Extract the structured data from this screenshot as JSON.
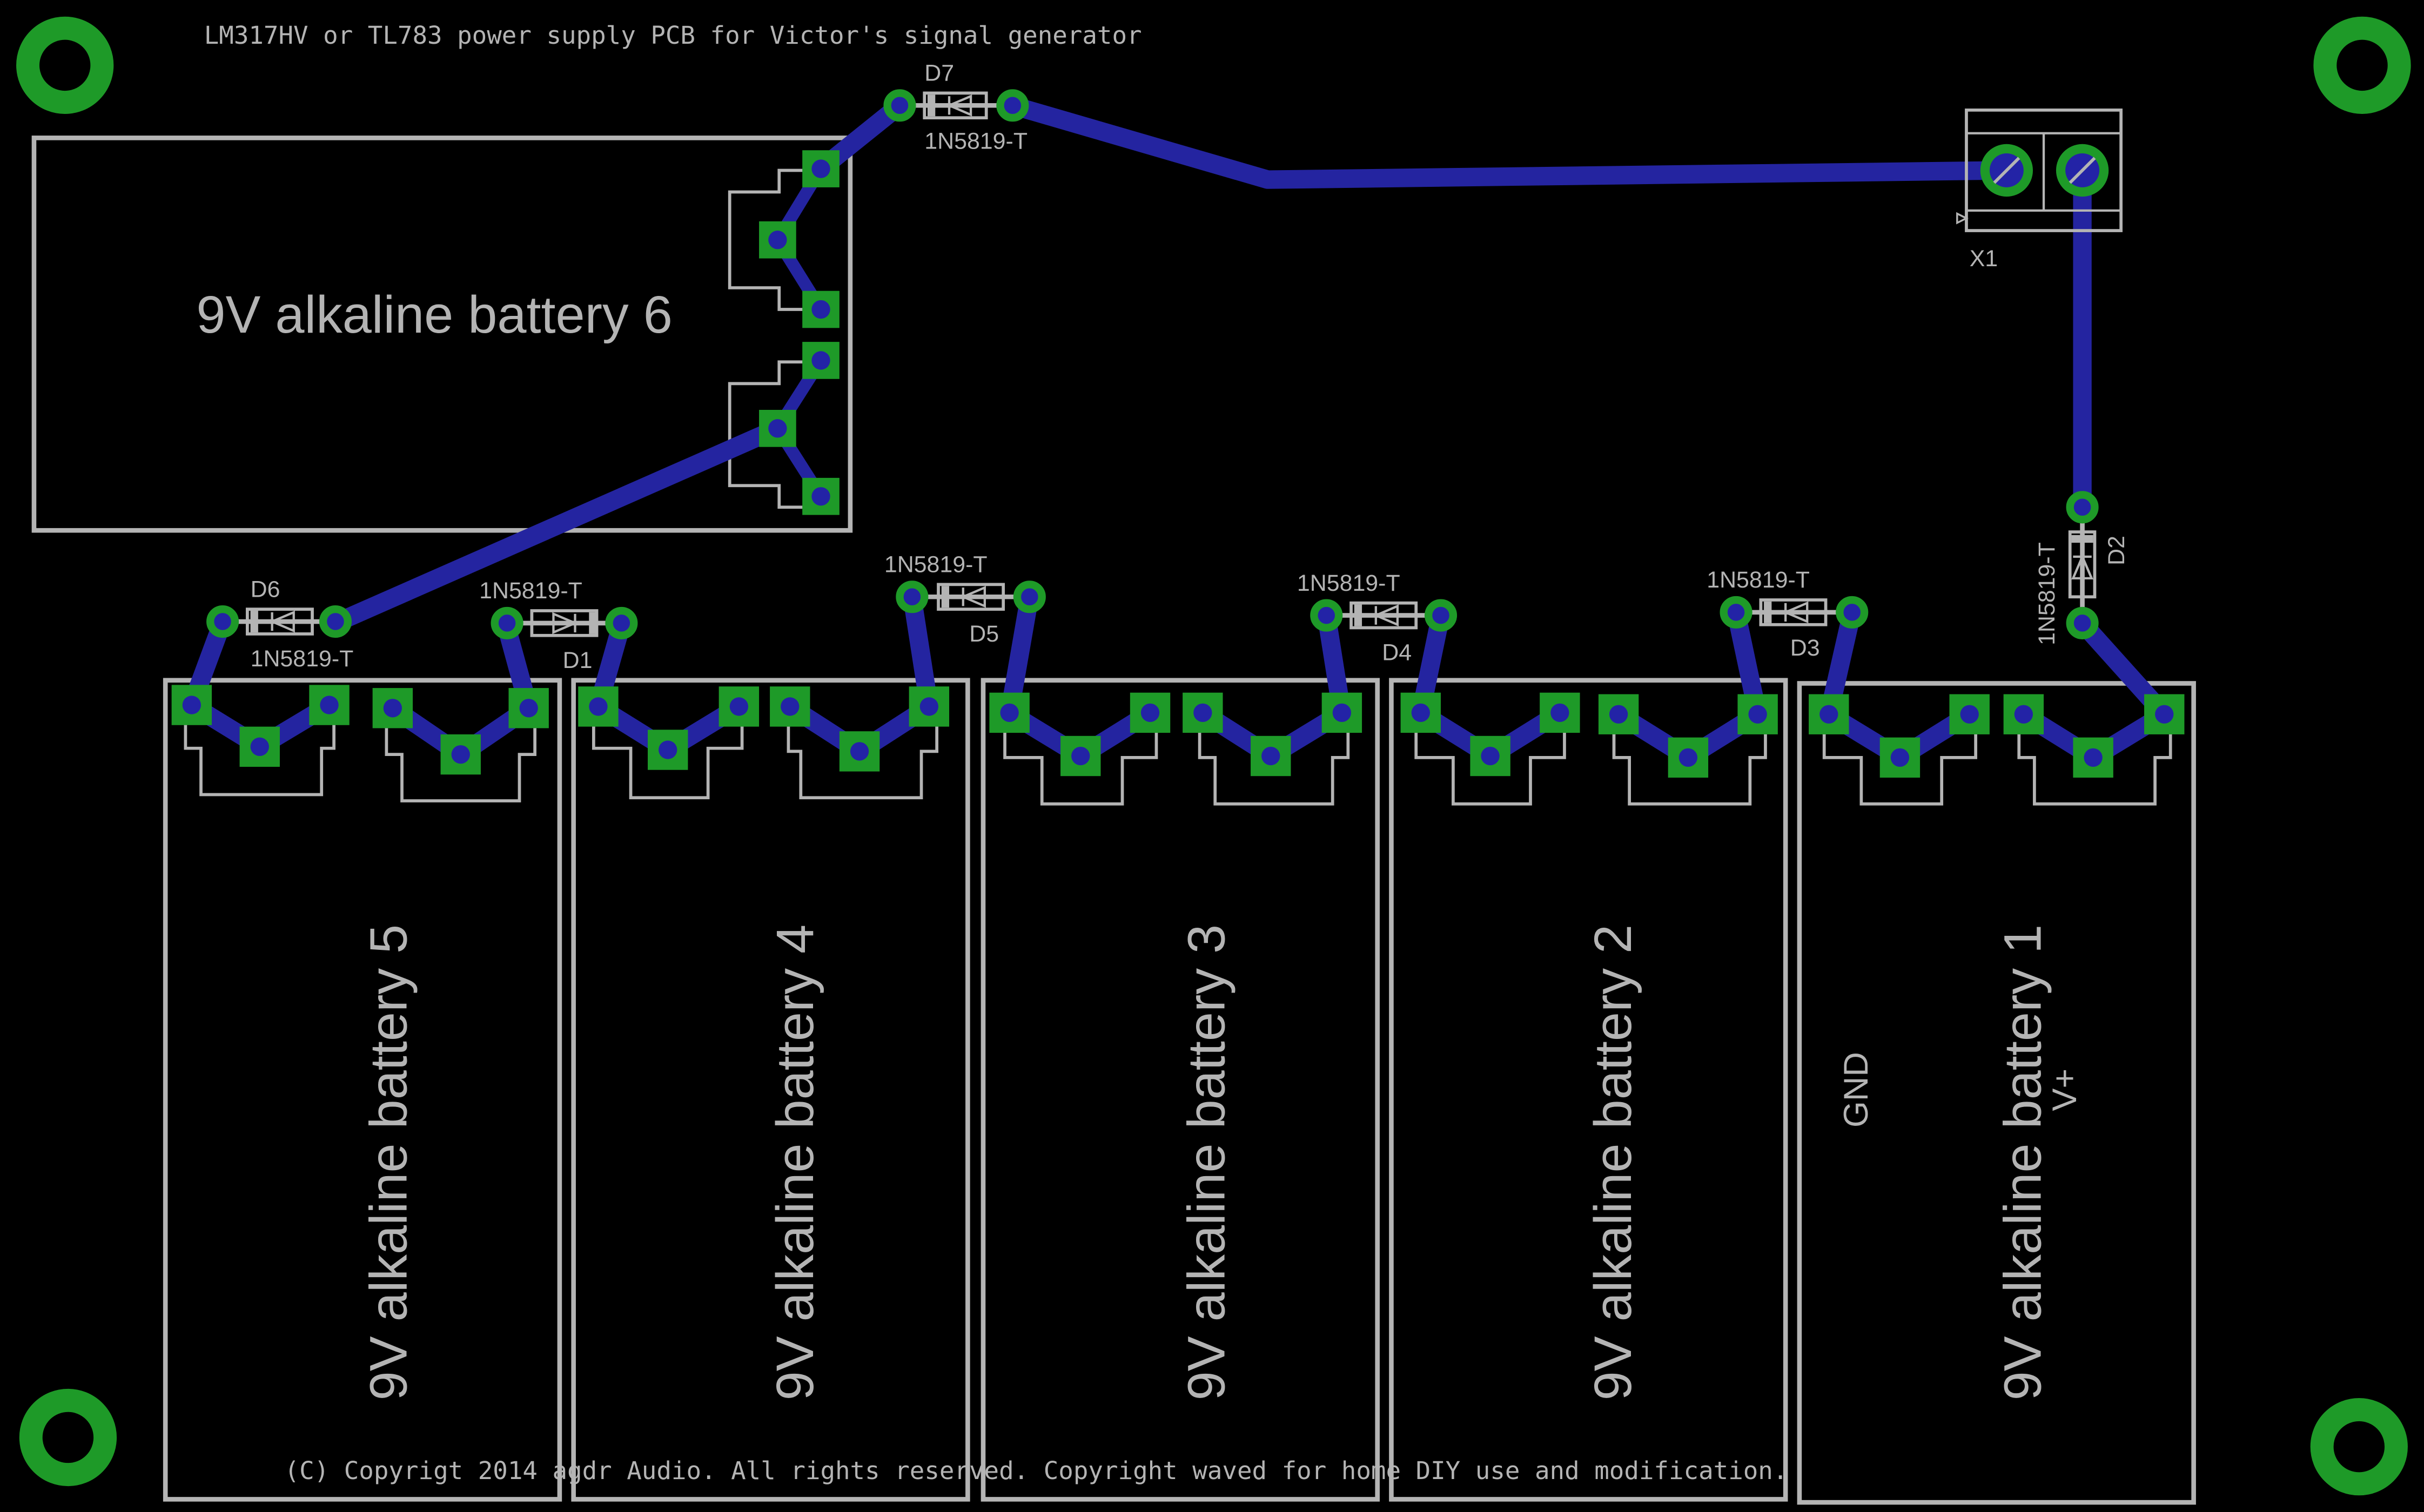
{
  "board": {
    "title": "LM317HV or TL783 power supply PCB for Victor's signal generator",
    "copyright": "(C) Copyrigt 2014 agdr Audio. All rights reserved. Copyright waved for home DIY use and modification.",
    "colors": {
      "background": "#000000",
      "silkscreen": "#b4b4b4",
      "copper_trace": "#2424a0",
      "pad": "#1e9a28",
      "drill": "#2323a6"
    }
  },
  "batteries": [
    {
      "label": "9V alkaline battery 6"
    },
    {
      "label": "9V alkaline battery 5"
    },
    {
      "label": "9V alkaline battery 4"
    },
    {
      "label": "9V alkaline battery 3"
    },
    {
      "label": "9V alkaline battery 2"
    },
    {
      "label": "9V alkaline battery 1"
    }
  ],
  "diodes": [
    {
      "ref": "D7",
      "value": "1N5819-T"
    },
    {
      "ref": "D6",
      "value": "1N5819-T"
    },
    {
      "ref": "D1",
      "value": "1N5819-T"
    },
    {
      "ref": "D5",
      "value": "1N5819-T"
    },
    {
      "ref": "D4",
      "value": "1N5819-T"
    },
    {
      "ref": "D3",
      "value": "1N5819-T"
    },
    {
      "ref": "D2",
      "value": "1N5819-T"
    }
  ],
  "connector": {
    "ref": "X1"
  },
  "net_labels": {
    "gnd": "GND",
    "vplus": "V+"
  },
  "mounting_holes": [
    "top-left",
    "top-right",
    "bottom-left",
    "bottom-right"
  ]
}
